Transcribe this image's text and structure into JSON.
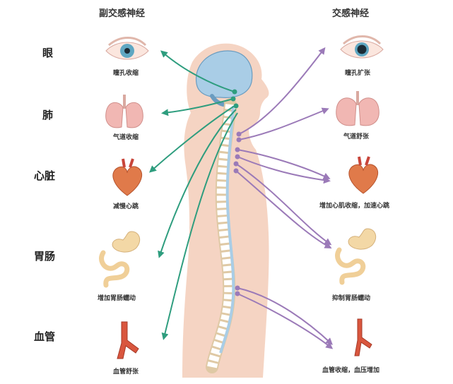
{
  "headers": {
    "parasympathetic": "副交感神经",
    "sympathetic": "交感神经"
  },
  "organs": [
    {
      "name": "眼",
      "icon": "eye-icon"
    },
    {
      "name": "肺",
      "icon": "lungs-icon"
    },
    {
      "name": "心脏",
      "icon": "heart-icon"
    },
    {
      "name": "胃肠",
      "icon": "stomach-intestine-icon"
    },
    {
      "name": "血管",
      "icon": "blood-vessel-icon"
    }
  ],
  "parasympathetic_effects": [
    "瞳孔收缩",
    "气道收缩",
    "减慢心跳",
    "增加胃肠蠕动",
    "血管舒张"
  ],
  "sympathetic_effects": [
    "瞳孔扩张",
    "气道舒张",
    "增加心肌收缩，加速心跳",
    "抑制胃肠蠕动",
    "血管收缩，血压增加"
  ],
  "colors": {
    "parasympathetic": "#2e9d7e",
    "sympathetic": "#9b7ab8",
    "skin": "#f3cdb8",
    "brain": "#a9cde6"
  }
}
